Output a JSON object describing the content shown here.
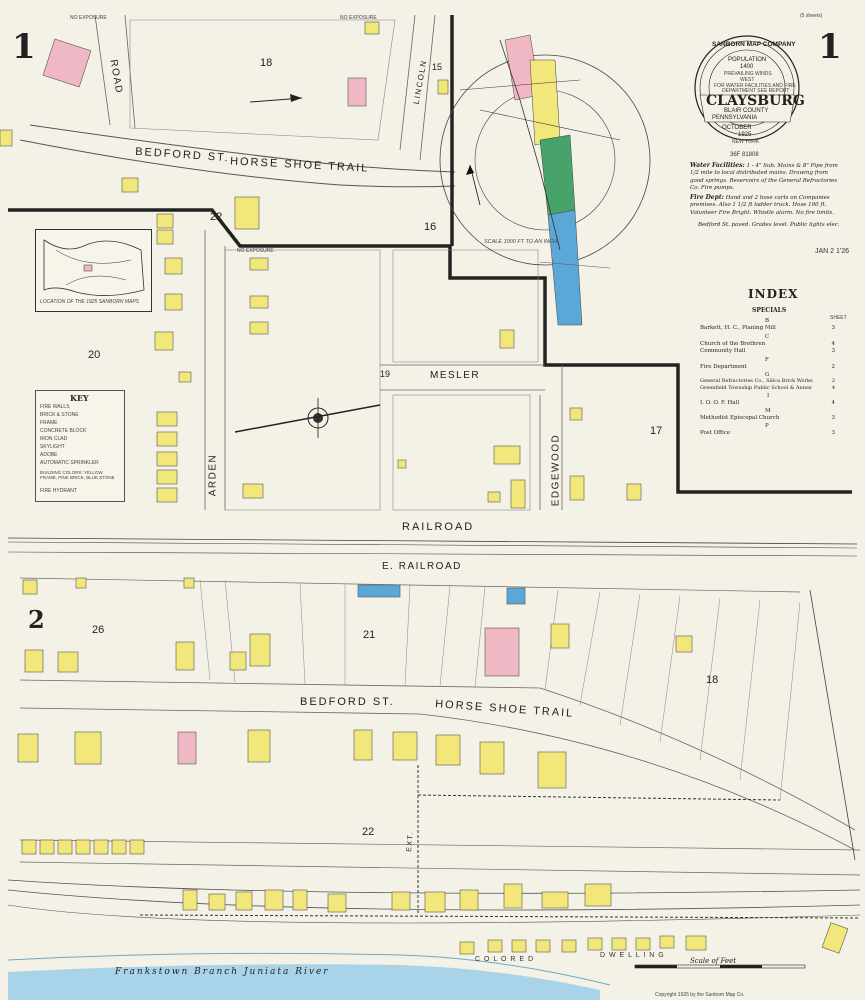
{
  "sheet": {
    "number_top_left": "1",
    "number_top_right": "1",
    "number_lower_left": "2",
    "corner_note": "(5 sheets)",
    "stamp": "JAN 2 1'26",
    "copyright": "Copyright 1925 by the Sanborn Map Co."
  },
  "title_seal": {
    "company": "SANBORN MAP COMPANY",
    "population_label": "POPULATION",
    "population_value": "1400",
    "prevailing_winds": "PREVAILING WINDS",
    "wind_dir": "WEST",
    "for_facilities": "FOR WATER FACILITIES AND FIRE",
    "dept_see": "DEPARTMENT SEE REPORT",
    "town": "CLAYSBURG",
    "county": "BLAIR COUNTY",
    "state": "PENNSYLVANIA",
    "month": "OCTOBER",
    "year": "1925",
    "publisher_city": "NEW YORK",
    "catalog_no": "36F 81808"
  },
  "notes": {
    "water_heading": "Water Facilities:",
    "water_text": "1 - 4\" Sub. Mains & 8\" Pipe from 1/2 mile to local distributed mains. Drawing from good springs. Reservoirs of the General Refractories Co. Fire pumps.",
    "fire_heading": "Fire Dept:",
    "fire_text": "Hand and 2 hose carts on Companies premises. Also 1 1/2 ft ladder truck. Hose 100 ft. Volunteer Fire Bright. Whistle alarm. No fire limits.",
    "streets_text": "Bedford St. paved. Grades level. Public lights elec."
  },
  "index": {
    "title": "INDEX",
    "subtitle": "SPECIALS",
    "sheet_col": "SHEET",
    "letters": [
      "B",
      "C",
      "F",
      "G",
      "I",
      "M",
      "P"
    ],
    "rows": [
      {
        "name": "Barkett, H. C., Planing Mill",
        "sheet": "3"
      },
      {
        "name": "Church of the Brethren",
        "sheet": "4"
      },
      {
        "name": "Community Hall",
        "sheet": "3"
      },
      {
        "name": "Fire Department",
        "sheet": "2"
      },
      {
        "name": "General Refractories Co., Silica Brick Works",
        "sheet": "2"
      },
      {
        "name": "Greenfield Township Public School & Annex",
        "sheet": "4"
      },
      {
        "name": "I. O. O. F. Hall",
        "sheet": "4"
      },
      {
        "name": "Methodist Episcopal Church",
        "sheet": "3"
      },
      {
        "name": "Post Office",
        "sheet": "3"
      }
    ]
  },
  "key_map": {
    "scale_label": "SCALE 1000 FT TO AN INCH"
  },
  "inset": {
    "caption": "LOCATION OF THE 1925 SANBORN MAPS"
  },
  "key": {
    "title": "KEY",
    "lines": [
      "FIRE WALLS",
      "BRICK & STONE",
      "FRAME",
      "CONCRETE BLOCK",
      "IRON CLAD",
      "SKYLIGHT",
      "ADOBE",
      "AUTOMATIC SPRINKLER",
      "BUILDING COLORS: YELLOW FRAME, PINK BRICK, BLUE STONE",
      "FIRE HYDRANT"
    ]
  },
  "streets": {
    "bedford_top": "BEDFORD ST.",
    "horse_shoe_top": "HORSE SHOE TRAIL",
    "road_top": "ROAD",
    "arden": "ARDEN",
    "mesler": "MESLER",
    "edgewood": "EDGEWOOD",
    "railroad": "RAILROAD",
    "e_railroad": "E. RAILROAD",
    "bedford_bottom": "BEDFORD ST.",
    "horse_shoe_bottom": "HORSE SHOE TRAIL",
    "lincoln": "LINCOLN",
    "ext": "EXT."
  },
  "blocks": {
    "b18_top": "18",
    "b22_top": "22",
    "b16": "16",
    "b15": "15",
    "b20": "20",
    "b19": "19",
    "b17": "17",
    "b26": "26",
    "b21": "21",
    "b18_bottom": "18",
    "b22_bottom": "22"
  },
  "labels": {
    "no_exposure_1": "NO EXPOSURE",
    "no_exposure_2": "NO EXPOSURE",
    "no_exposure_3": "NO EXPOSURE",
    "river": "Frankstown Branch   Juniata   River",
    "colored": "C O L O R E D",
    "dwelling": "D W E L L I N G",
    "scale_title": "Scale of Feet"
  },
  "colors": {
    "paper": "#f4f1e6",
    "frame_yellow": "#f2e77a",
    "brick_pink": "#f0b8c4",
    "stone_blue": "#5aa7d8",
    "green": "#47a36a",
    "river": "#a9d3e8"
  }
}
